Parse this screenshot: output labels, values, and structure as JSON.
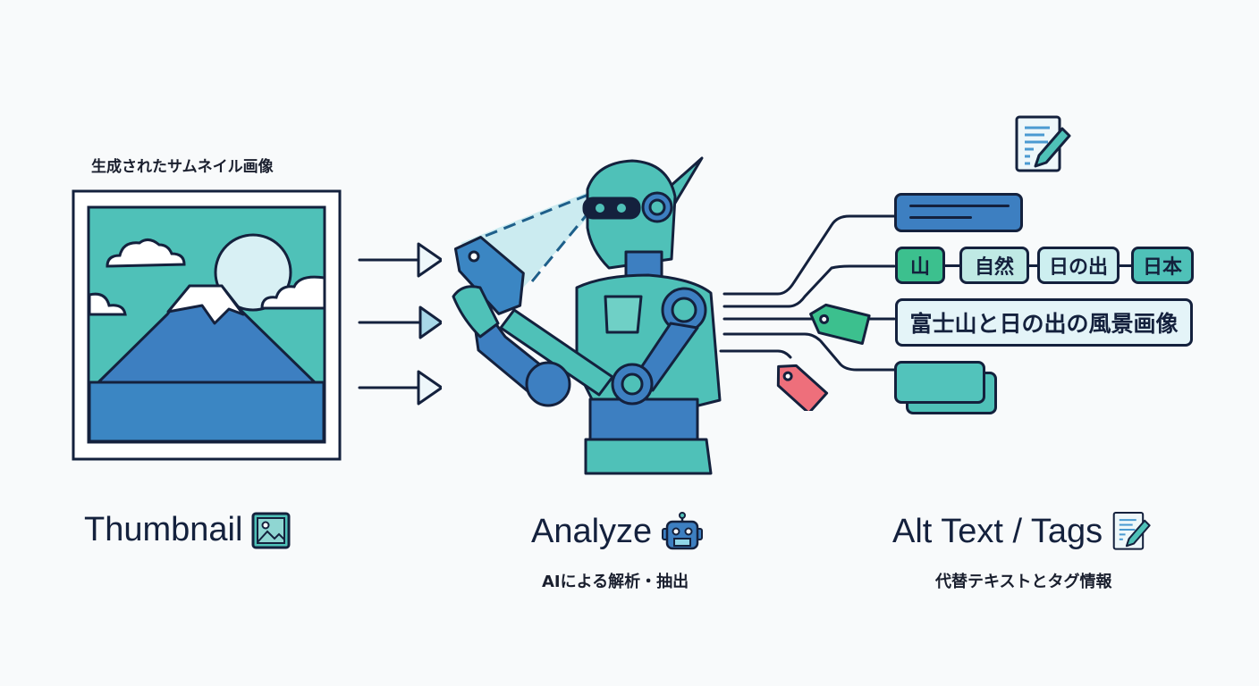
{
  "left": {
    "caption": "生成されたサムネイル画像",
    "title": "Thumbnail",
    "icon": "image-icon"
  },
  "middle": {
    "title": "Analyze",
    "subtitle": "AIによる解析・抽出",
    "icon": "robot-icon"
  },
  "right": {
    "title": "Alt Text / Tags",
    "subtitle": "代替テキストとタグ情報",
    "icon": "document-edit-icon",
    "tags": [
      "山",
      "自然",
      "日の出",
      "日本"
    ],
    "alt_text": "富士山と日の出の風景画像"
  },
  "colors": {
    "outline": "#14213d",
    "teal": "#4fc1b8",
    "blue": "#3d7fc1",
    "green": "#3cc08e",
    "light": "#d8f0f4",
    "red": "#ee6f7b"
  }
}
